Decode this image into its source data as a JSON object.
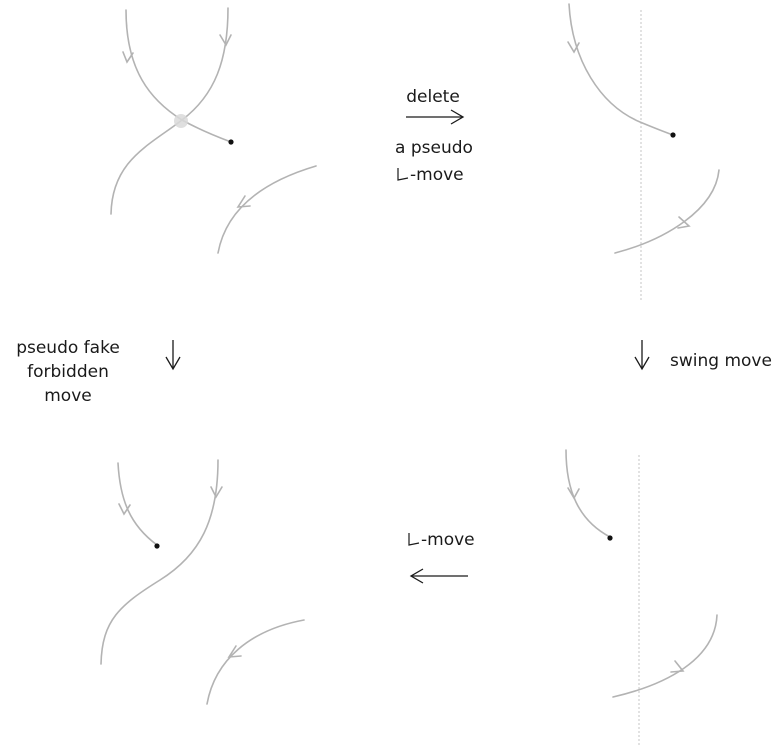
{
  "labels": {
    "top_arrow_line1": "delete",
    "top_arrow_line2": "a pseudo",
    "top_arrow_line3": "-move",
    "left_arrow_line1": "pseudo fake",
    "left_arrow_line2": "forbidden",
    "left_arrow_line3": "move",
    "right_arrow": "swing move",
    "bottom_arrow": "-move"
  },
  "colors": {
    "curve": "#b3b3b3",
    "arrow": "#1a1a1a",
    "background": "#ffffff"
  }
}
